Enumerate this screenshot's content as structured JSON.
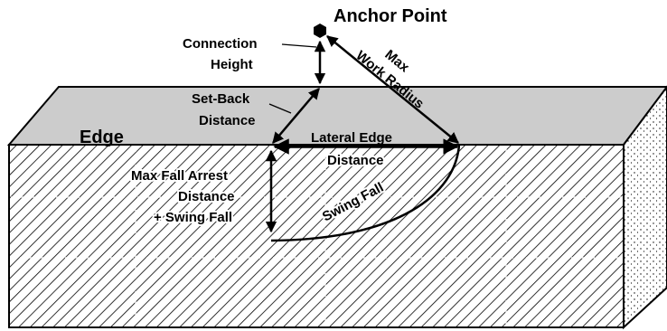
{
  "diagram": {
    "labels": {
      "anchor_point": "Anchor Point",
      "connection_height_1": "Connection",
      "connection_height_2": "Height",
      "max_work_radius_1": "Max",
      "max_work_radius_2": "Work Radius",
      "setback_1": "Set-Back",
      "setback_2": "Distance",
      "edge": "Edge",
      "lateral_edge_1": "Lateral Edge",
      "lateral_edge_2": "Distance",
      "max_fall_1": "Max Fall Arrest",
      "max_fall_2": "Distance",
      "max_fall_3": "+ Swing Fall",
      "swing_fall": "Swing Fall"
    },
    "colors": {
      "roof_top": "#cccccc",
      "hatch": "#000000",
      "outline": "#000000",
      "side_face": "#ffffff"
    }
  }
}
